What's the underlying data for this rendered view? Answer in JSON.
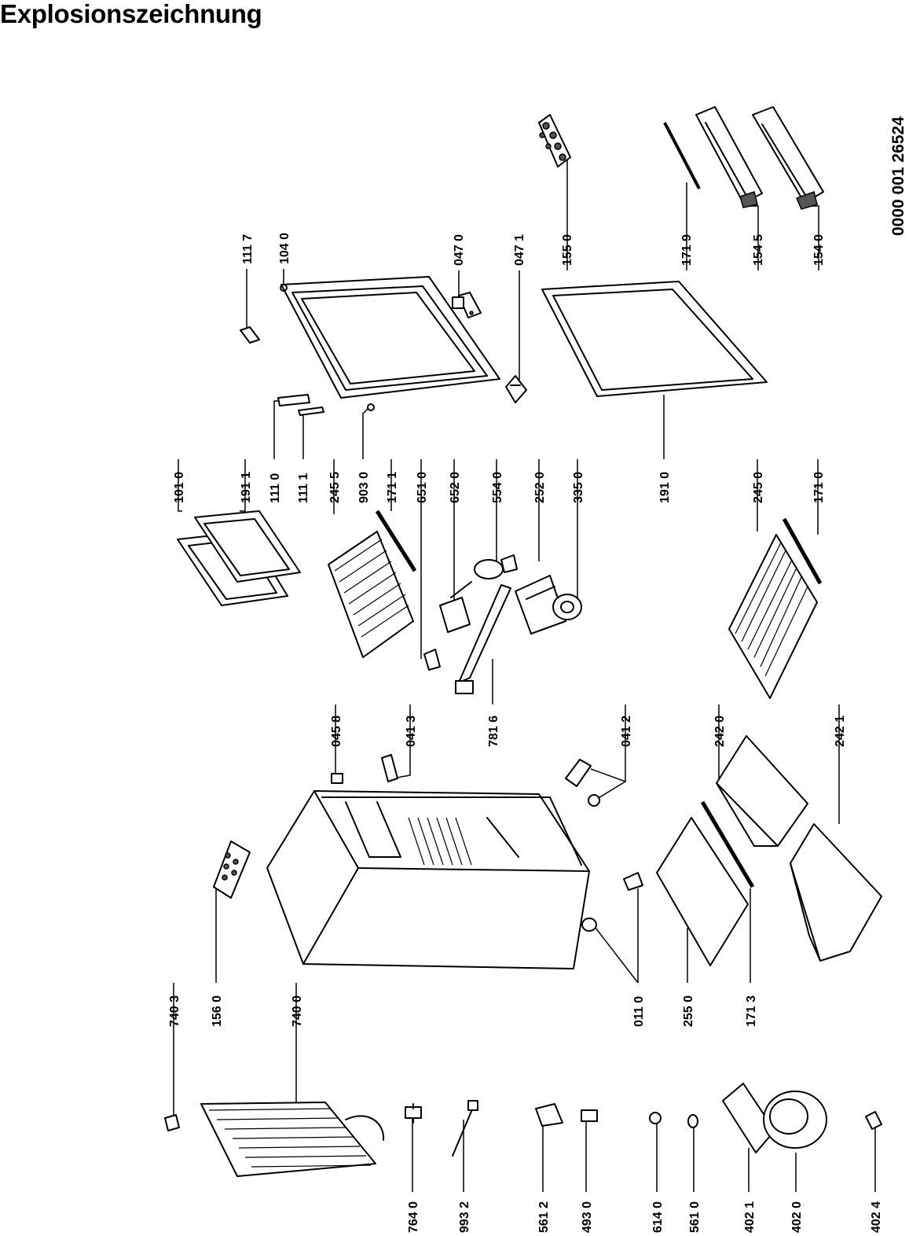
{
  "title": "Explosionszeichnung",
  "document_number": "0000 001 26524",
  "part_labels": {
    "p1117": "111 7",
    "p1040": "104 0",
    "p0470": "047 0",
    "p0471": "047 1",
    "p1550": "155 0",
    "p1719": "171 9",
    "p1545": "154 5",
    "p1540": "154 0",
    "p1010": "101 0",
    "p1911": "191 1",
    "p1110": "111 0",
    "p1111": "111 1",
    "p2455": "245 5",
    "p9030": "903 0",
    "p1711": "171 1",
    "p6510": "651 0",
    "p6520": "652 0",
    "p5540": "554 0",
    "p2520": "252 0",
    "p3350": "335 0",
    "p1910": "191 0",
    "p2450": "245 0",
    "p1710": "171 0",
    "p0458": "045 8",
    "p0413": "041 3",
    "p7816": "781 6",
    "p0412": "041 2",
    "p2420": "242 0",
    "p2421": "242 1",
    "p7403": "740 3",
    "p1560": "156 0",
    "p7400": "740 0",
    "p0110": "011 0",
    "p2550": "255 0",
    "p1713": "171 3",
    "p7640": "764 0",
    "p9932": "993 2",
    "p5612": "561 2",
    "p4930": "493 0",
    "p6140": "614 0",
    "p5610": "561 0",
    "p4021": "402 1",
    "p4020": "402 0",
    "p4024": "402 4"
  }
}
